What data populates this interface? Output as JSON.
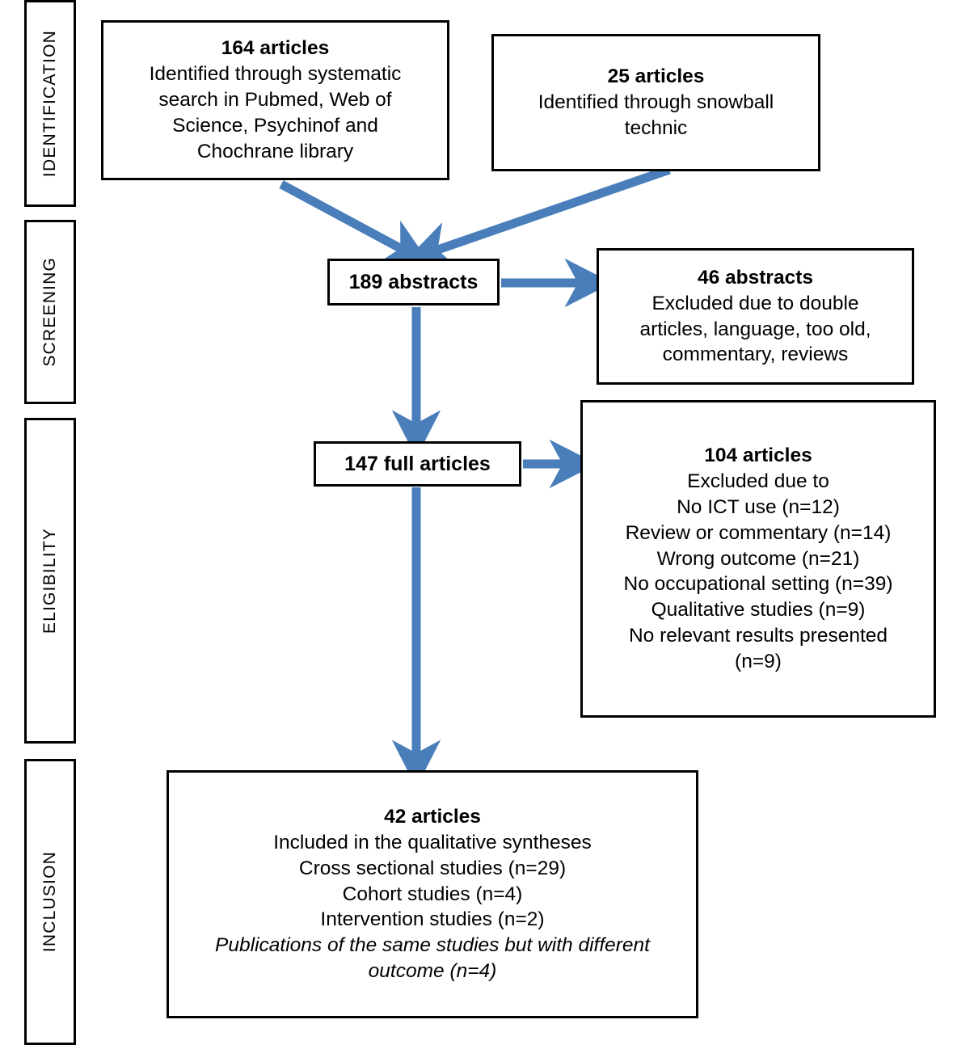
{
  "diagram": {
    "type": "prisma-flow-diagram",
    "arrow_color": "#4a7ebb",
    "box_border_color": "#000000",
    "background": "#ffffff"
  },
  "stages": [
    {
      "name": "identification",
      "label": "IDENTIFICATION"
    },
    {
      "name": "screening",
      "label": "SCREENING"
    },
    {
      "name": "eligibility",
      "label": "ELIGIBILITY"
    },
    {
      "name": "inclusion",
      "label": "INCLUSION"
    }
  ],
  "boxes": {
    "records_identified": {
      "lines": [
        {
          "text": "164 articles",
          "style": "bold"
        },
        {
          "text": "Identified through systematic",
          "style": "normal"
        },
        {
          "text": "search in Pubmed, Web of",
          "style": "normal"
        },
        {
          "text": "Science, Psychinof and",
          "style": "normal"
        },
        {
          "text": "Chochrane library",
          "style": "normal"
        }
      ]
    },
    "records_snowball": {
      "lines": [
        {
          "text": "25 articles",
          "style": "bold"
        },
        {
          "text": "Identified through snowball",
          "style": "normal"
        },
        {
          "text": "technic",
          "style": "normal"
        }
      ]
    },
    "abstracts_screened": {
      "lines": [
        {
          "text": "189 abstracts",
          "style": "bold"
        }
      ]
    },
    "abstracts_excluded": {
      "lines": [
        {
          "text": "46 abstracts",
          "style": "bold"
        },
        {
          "text": "Excluded due to double",
          "style": "normal"
        },
        {
          "text": "articles, language, too old,",
          "style": "normal"
        },
        {
          "text": "commentary, reviews",
          "style": "normal"
        }
      ]
    },
    "full_articles_assessed": {
      "lines": [
        {
          "text": "147 full articles",
          "style": "bold"
        }
      ]
    },
    "full_articles_excluded": {
      "lines": [
        {
          "text": "104 articles",
          "style": "bold"
        },
        {
          "text": "Excluded due to",
          "style": "normal"
        },
        {
          "text": "No ICT use (n=12)",
          "style": "normal"
        },
        {
          "text": "Review or commentary (n=14)",
          "style": "normal"
        },
        {
          "text": "Wrong outcome (n=21)",
          "style": "normal"
        },
        {
          "text": "No occupational setting (n=39)",
          "style": "normal"
        },
        {
          "text": "Qualitative studies (n=9)",
          "style": "normal"
        },
        {
          "text": "No relevant results presented",
          "style": "normal"
        },
        {
          "text": "(n=9)",
          "style": "normal"
        }
      ]
    },
    "studies_included": {
      "lines": [
        {
          "text": "42 articles",
          "style": "bold"
        },
        {
          "text": "Included in the qualitative syntheses",
          "style": "normal"
        },
        {
          "text": "Cross sectional studies (n=29)",
          "style": "normal"
        },
        {
          "text": "Cohort studies (n=4)",
          "style": "normal"
        },
        {
          "text": "Intervention studies (n=2)",
          "style": "normal"
        },
        {
          "text": "Publications of the same studies but with different",
          "style": "italic"
        },
        {
          "text": "outcome (n=4)",
          "style": "italic"
        }
      ]
    }
  }
}
